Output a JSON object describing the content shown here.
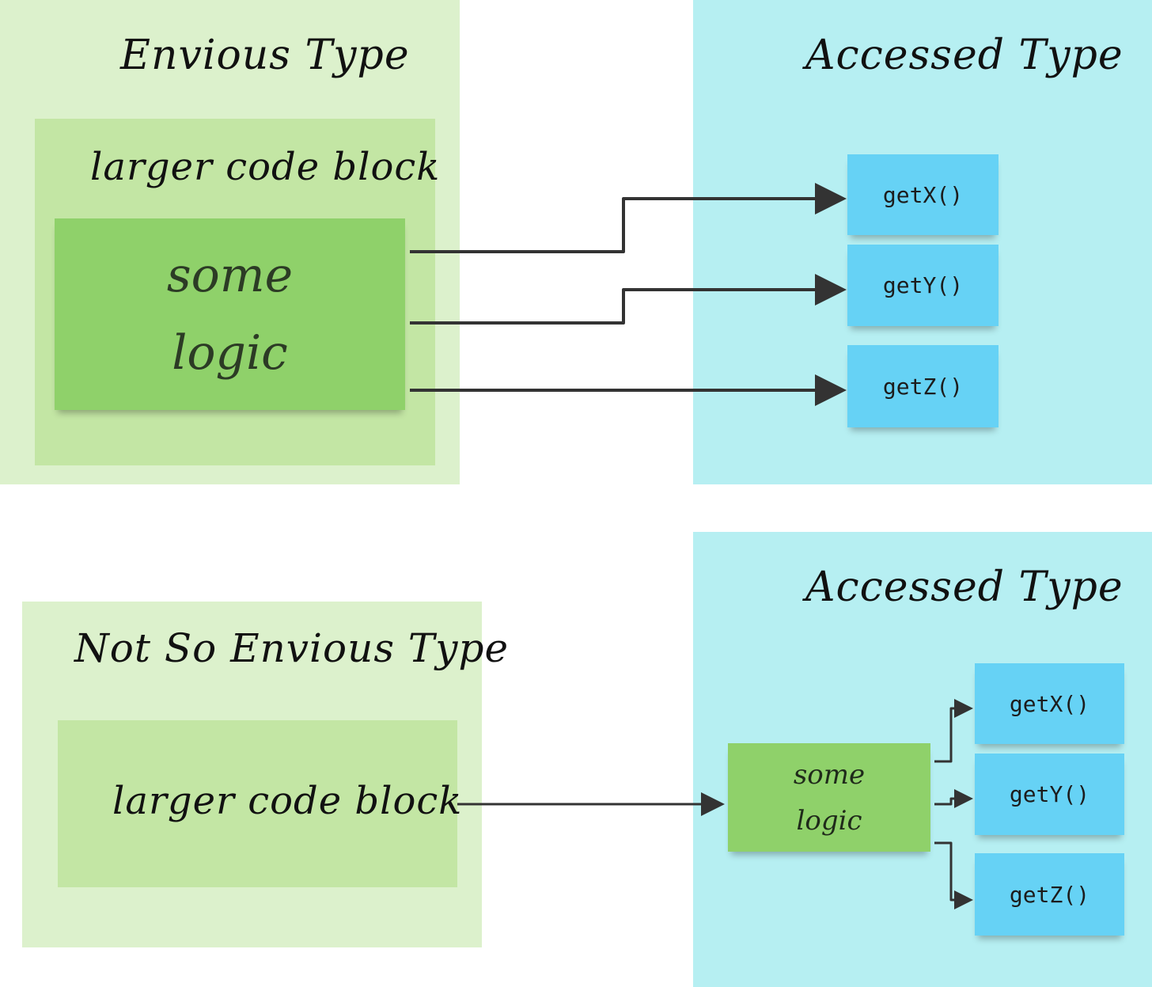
{
  "top": {
    "envious_type": {
      "title": "Envious Type",
      "larger_block_label": "larger code block",
      "logic_lines": [
        "some",
        "logic"
      ]
    },
    "accessed_type": {
      "title": "Accessed Type",
      "methods": [
        "getX()",
        "getY()",
        "getZ()"
      ]
    }
  },
  "bottom": {
    "not_so_envious_type": {
      "title": "Not So Envious Type",
      "larger_block_label": "larger code block"
    },
    "accessed_type": {
      "title": "Accessed Type",
      "logic_lines": [
        "some",
        "logic"
      ],
      "methods": [
        "getX()",
        "getY()",
        "getZ()"
      ]
    }
  },
  "colors": {
    "light_green": "#dcf1cc",
    "mid_green": "#c3e6a4",
    "note_green": "#8fd16a",
    "light_cyan": "#b6eff2",
    "note_blue": "#66d2f5",
    "arrow": "#333333"
  }
}
